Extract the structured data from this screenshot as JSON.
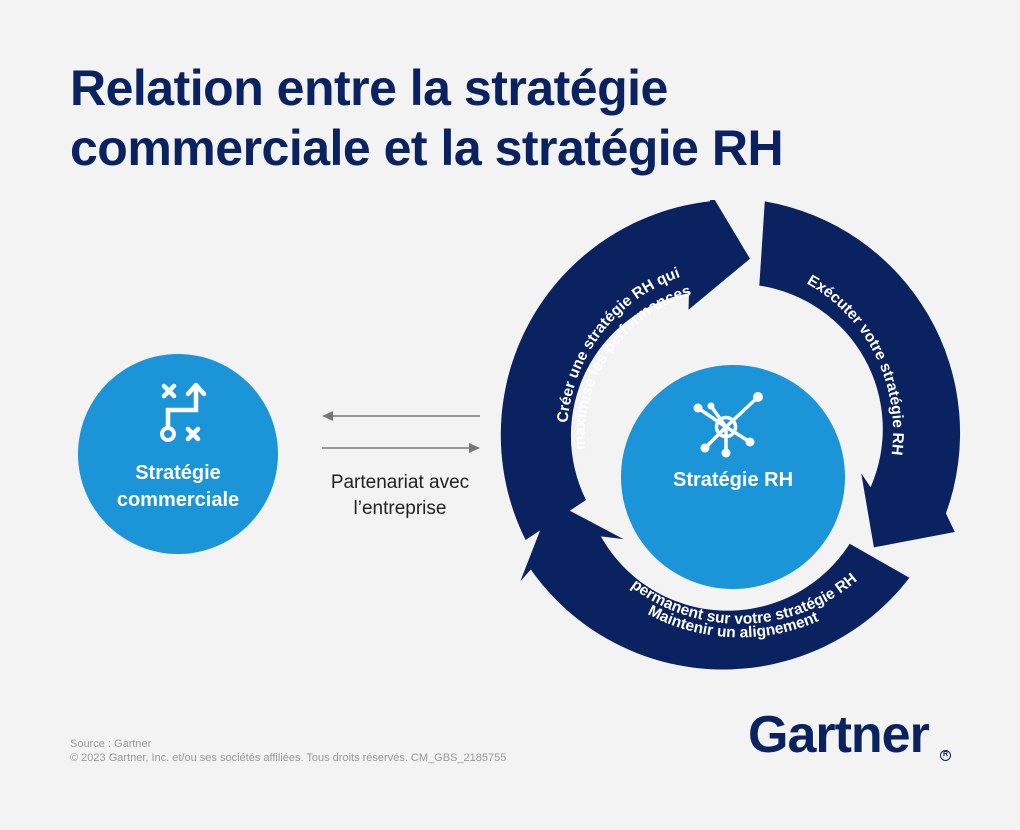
{
  "title": {
    "line1": "Relation entre la stratégie",
    "line2": "commerciale et la stratégie RH"
  },
  "business_strategy": {
    "label_line1": "Stratégie",
    "label_line2": "commerciale",
    "icon": "strategy-play-icon",
    "color": "#1b94d8"
  },
  "partnership": {
    "label_line1": "Partenariat avec",
    "label_line2": "l’entreprise"
  },
  "hr_strategy": {
    "label": "Stratégie RH",
    "icon": "network-hub-icon",
    "color": "#1b94d8"
  },
  "cycle": {
    "color": "#0b2260",
    "steps": [
      {
        "line1": "Créer une stratégie RH qui",
        "line2": "maximise les performances"
      },
      {
        "line1": "Exécuter votre stratégie RH"
      },
      {
        "line1": "Maintenir un alignement",
        "line2": "permanent sur votre stratégie RH"
      }
    ]
  },
  "footer": {
    "source": "Source : Gartner",
    "copyright": "© 2023 Gartner, Inc. et/ou ses sociétés affiliées. Tous droits réservés. CM_GBS_2185755"
  },
  "brand": {
    "logo": "Gartner",
    "registered": "R"
  }
}
